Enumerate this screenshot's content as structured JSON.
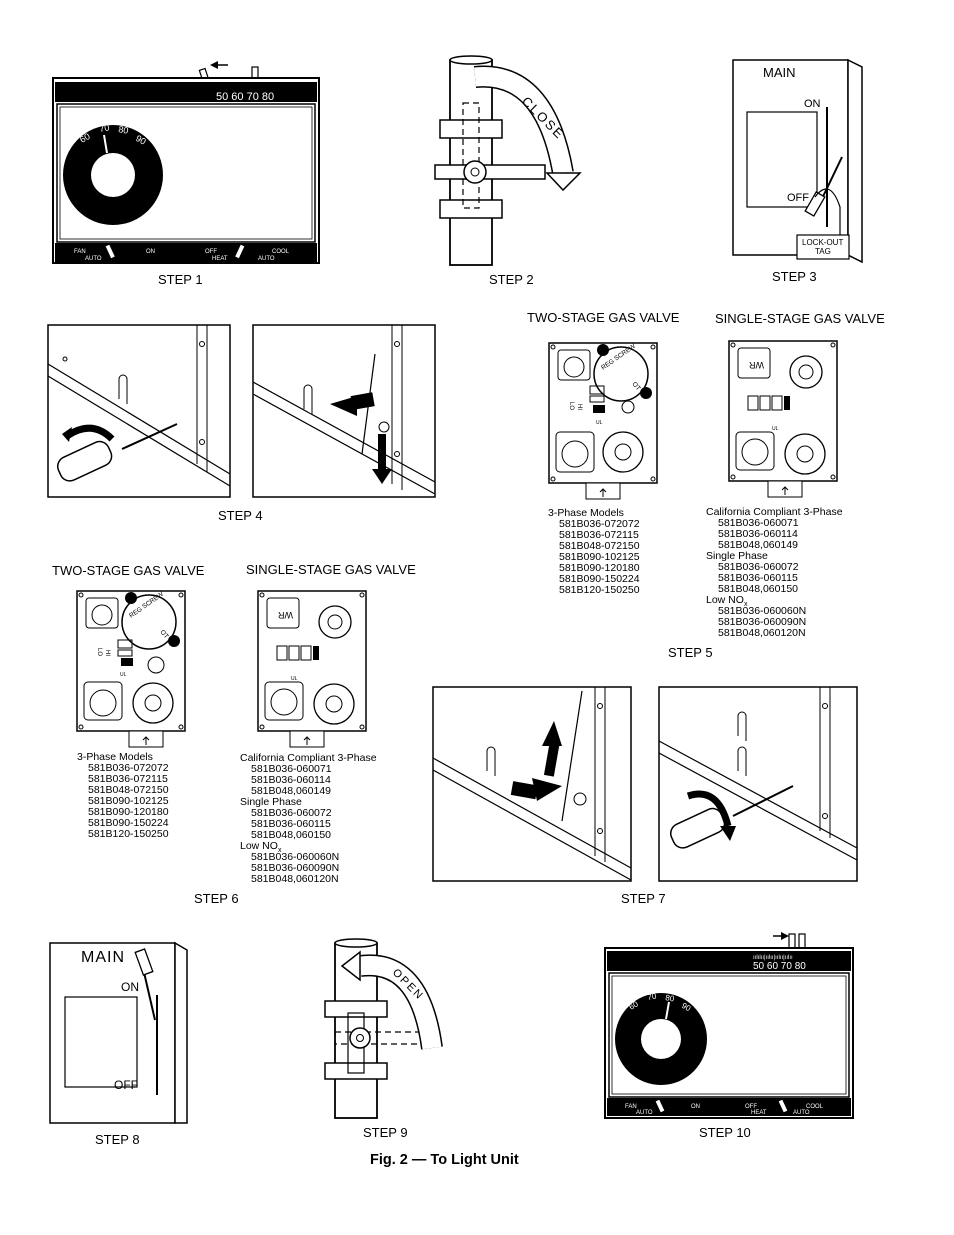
{
  "caption": "Fig. 2 — To Light Unit",
  "steps": {
    "s1": "STEP 1",
    "s2": "STEP 2",
    "s3": "STEP 3",
    "s4": "STEP 4",
    "s5": "STEP 5",
    "s6": "STEP 6",
    "s7": "STEP 7",
    "s8": "STEP 8",
    "s9": "STEP 9",
    "s10": "STEP 10"
  },
  "thermostat": {
    "scale": "50 60 70 80",
    "dial": [
      "60",
      "70",
      "80",
      "90"
    ],
    "fan": "FAN",
    "auto": "AUTO",
    "on": "ON",
    "off": "OFF",
    "heat": "HEAT",
    "cool": "COOL",
    "auto2": "AUTO"
  },
  "pipe": {
    "close": "CLOSE",
    "open": "OPEN"
  },
  "switch": {
    "main": "MAIN",
    "on": "ON",
    "off": "OFF",
    "tag1": "LOCK-OUT",
    "tag2": "TAG"
  },
  "valve": {
    "two_stage_title": "TWO-STAGE GAS VALVE",
    "single_stage_title": "SINGLE-STAGE GAS VALVE",
    "reg_screw": "REG SCREW",
    "ot": "OT",
    "wr": "WR",
    "hi": "HI",
    "lo": "LO",
    "ul": "UL"
  },
  "models": {
    "three_phase_title": "3-Phase Models",
    "three_phase": [
      "581B036-072072",
      "581B036-072115",
      "581B048-072150",
      "581B090-102125",
      "581B090-120180",
      "581B090-150224",
      "581B120-150250"
    ],
    "ca_title": "California Compliant 3-Phase",
    "ca": [
      "581B036-060071",
      "581B036-060114",
      "581B048,060149"
    ],
    "single_title": "Single Phase",
    "single": [
      "581B036-060072",
      "581B036-060115",
      "581B048,060150"
    ],
    "lownox_title": "Low NO",
    "lownox_sub": "x",
    "lownox": [
      "581B036-060060N",
      "581B036-060090N",
      "581B048,060120N"
    ]
  }
}
